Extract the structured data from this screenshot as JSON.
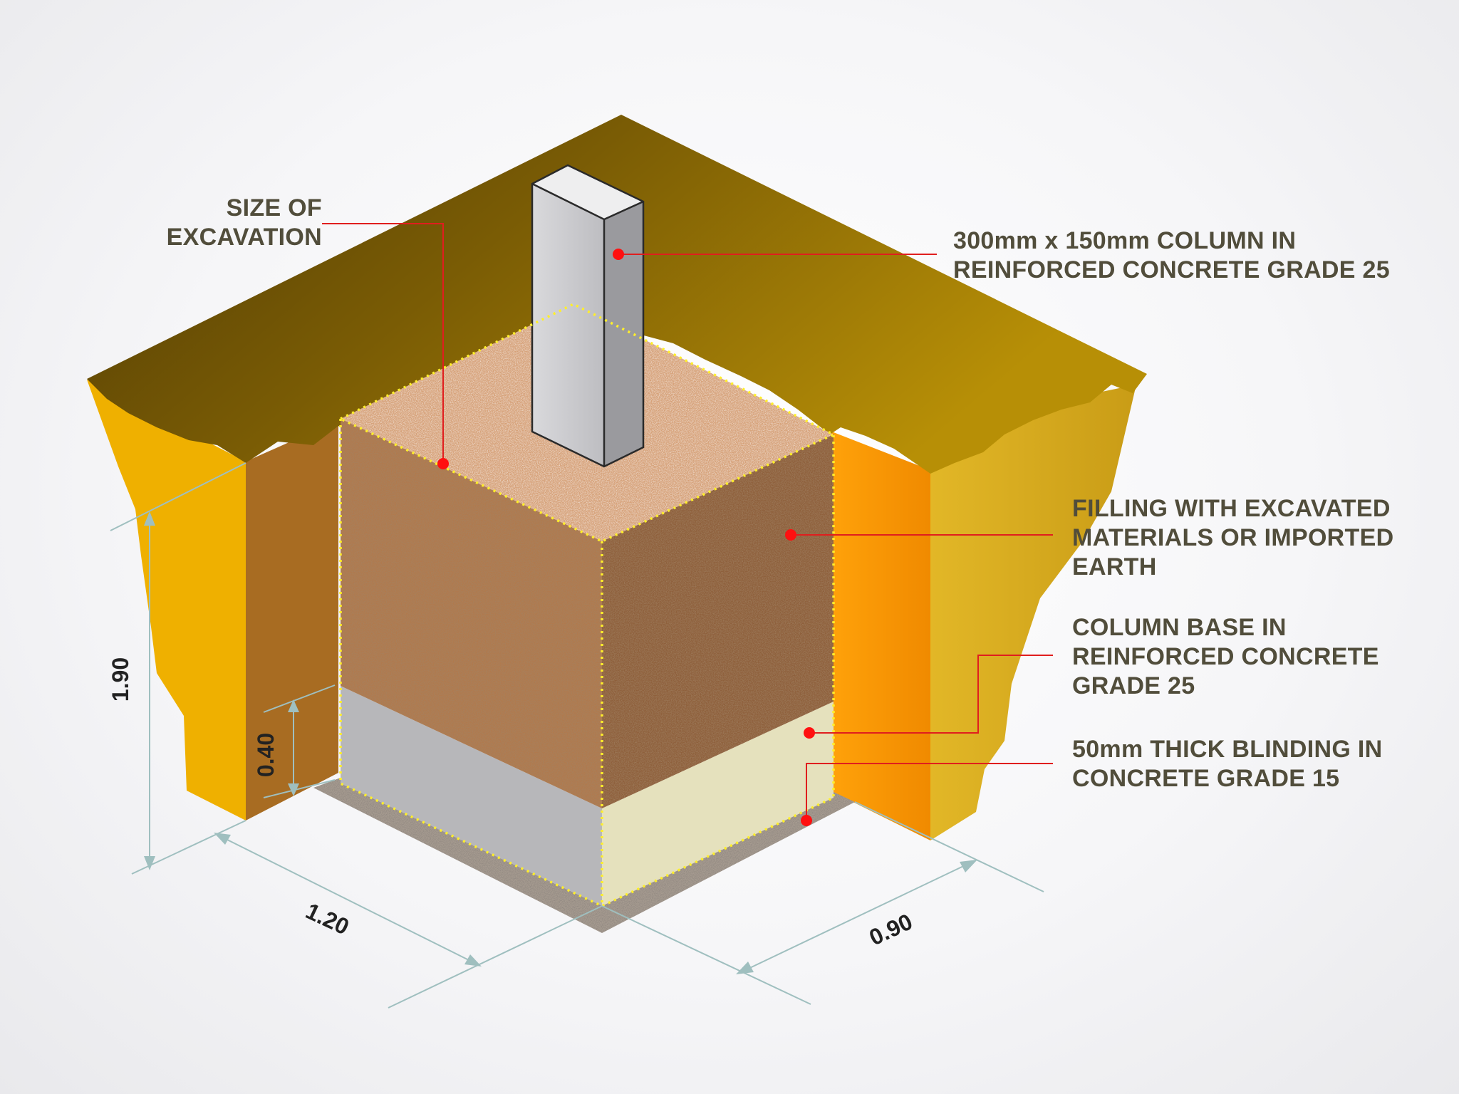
{
  "colors": {
    "ground_top_light": "#b48d05",
    "ground_top_dark": "#5c4404",
    "wall_left": "#efb000",
    "wall_right": "#d6a921",
    "pit_left": "#a86c22",
    "pit_right": "#ff9a00",
    "fill_earth": "#b07a4e",
    "column_front": "#cdcdd0",
    "column_side": "#9a9a9e",
    "base_front": "#b7b7ba",
    "base_side": "#e5e1bd",
    "blinding": "#a79c91",
    "leader_line": "#e01e1e",
    "dimension_line": "#9fbfbf",
    "dotted_outline": "#ffef2a",
    "label_text": "#514d3b"
  },
  "labels": {
    "excavation": "SIZE OF\nEXCAVATION",
    "column": "300mm x 150mm COLUMN IN\nREINFORCED CONCRETE GRADE 25",
    "filling": "FILLING WITH EXCAVATED\nMATERIALS OR IMPORTED\nEARTH",
    "column_base": "COLUMN BASE IN\nREINFORCED CONCRETE\nGRADE 25",
    "blinding": "50mm THICK BLINDING IN\nCONCRETE GRADE 15"
  },
  "dimensions": {
    "depth_total": "1.90",
    "base_height": "0.40",
    "width": "1.20",
    "length": "0.90"
  }
}
